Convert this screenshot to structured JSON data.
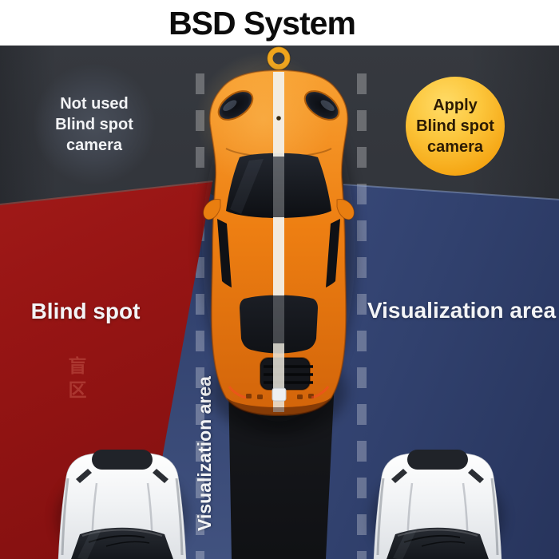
{
  "title": "BSD System",
  "annotations": {
    "left_badge": {
      "lines": [
        "Not used",
        "Blind spot",
        "camera"
      ]
    },
    "right_badge": {
      "lines": [
        "Apply",
        "Blind spot",
        "camera"
      ]
    },
    "blind_spot_area_label": "Blind spot",
    "visualization_area_label": "Visualization area",
    "lane_visualization_label": "Visualization area",
    "watermark": "盲区"
  },
  "colors": {
    "blind_spot_red": "#971514",
    "visualization_blue": "#3d4e80",
    "camera_active_yellow": "#f5a513",
    "camera_inactive_gray": "#3f444e",
    "subject_car_orange": "#ee7f12",
    "road_gray": "#32353b",
    "title_bar_white": "#ffffff"
  }
}
